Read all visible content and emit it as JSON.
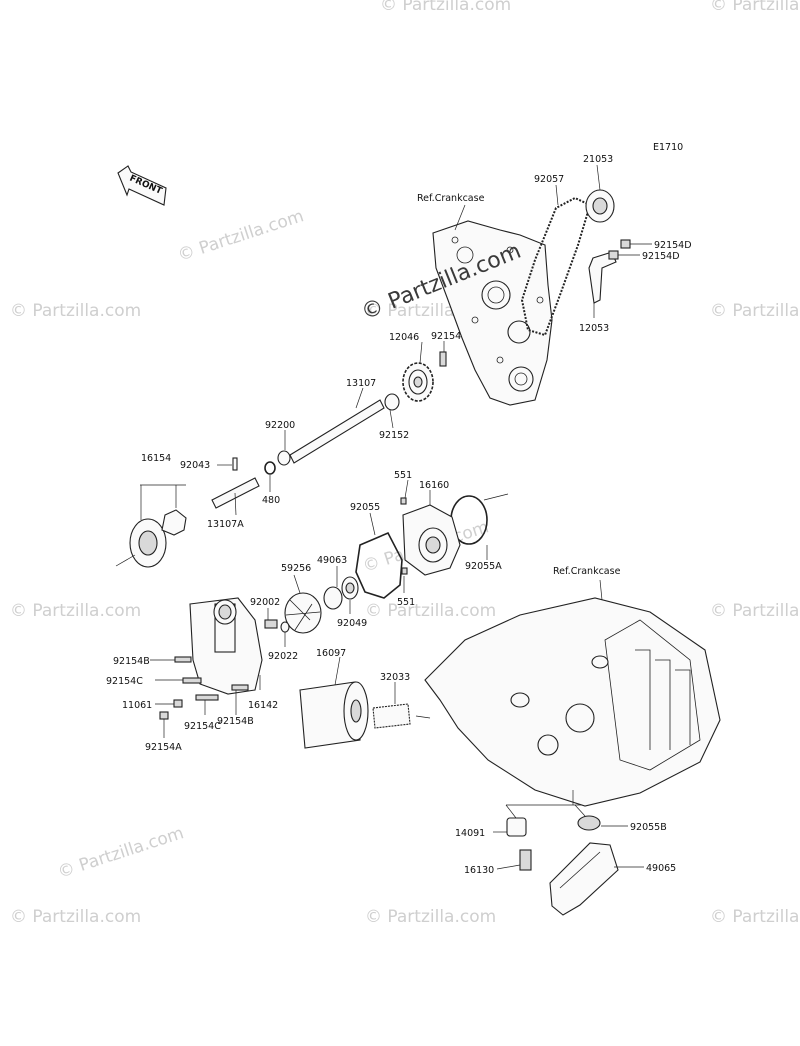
{
  "diagram_code": "E1710",
  "front_label": "FRONT",
  "watermark_text": "© Partzilla.com",
  "ref_labels": [
    "Ref.Crankcase",
    "Ref.Crankcase"
  ],
  "part_labels": [
    "21053",
    "92057",
    "92154D",
    "92154D",
    "12053",
    "12046",
    "92154",
    "13107",
    "92152",
    "92200",
    "92043",
    "16154",
    "480",
    "13107A",
    "551",
    "16160",
    "92055",
    "92055A",
    "551",
    "49063",
    "59256",
    "92049",
    "92002",
    "92022",
    "92154B",
    "92154C",
    "16097",
    "32033",
    "16142",
    "11061",
    "92154C",
    "92154B",
    "92154A",
    "14091",
    "92055B",
    "16130",
    "49065"
  ],
  "colors": {
    "line": "#222222",
    "watermark": "#cfcfcf",
    "part_fill": "#fafafa",
    "shade": "#d9d9d9"
  }
}
